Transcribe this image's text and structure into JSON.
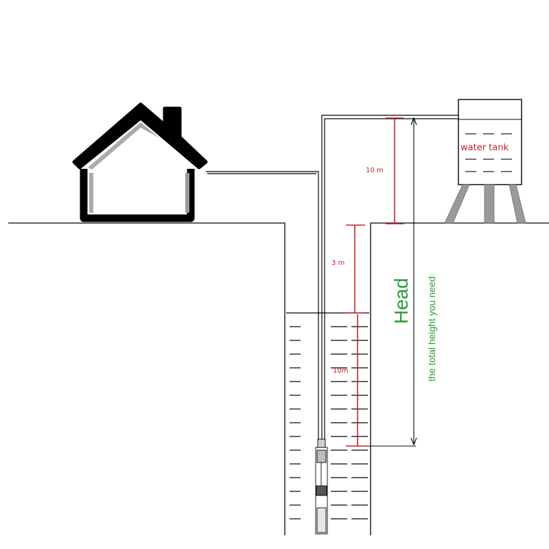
{
  "diagram": {
    "labels": {
      "tank": "water tank",
      "seg_top": "10 m",
      "seg_mid": "3 m",
      "seg_bottom": "10m",
      "head": "Head",
      "head_sub": "the total height you need"
    },
    "colors": {
      "measure": "#c0202a",
      "head_text": "#2a9a3a",
      "line": "#000000",
      "stand": "#9a9a9a"
    }
  }
}
